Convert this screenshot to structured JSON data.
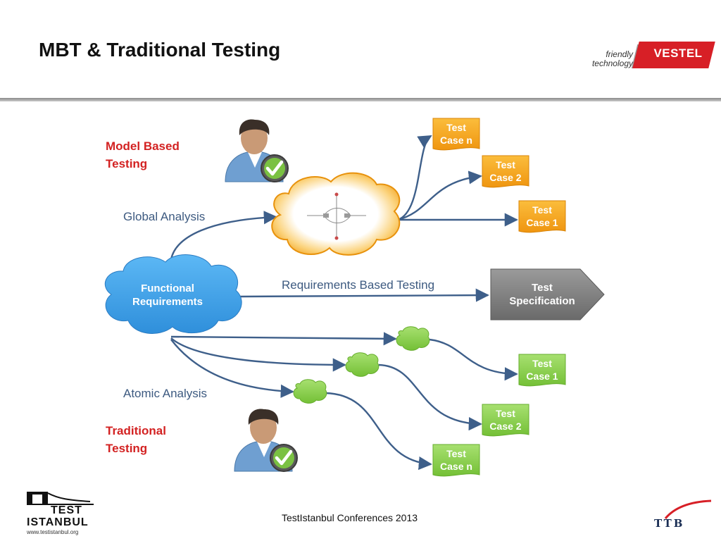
{
  "slide": {
    "title": "MBT & Traditional Testing",
    "footer": "TestIstanbul Conferences 2013"
  },
  "brand": {
    "tagline_1": "friendly",
    "tagline_2": "technology",
    "name": "VESTEL"
  },
  "logos": {
    "left_word_1": "TEST",
    "left_word_2": "ISTANBUL",
    "left_url": "www.testistanbul.org",
    "right_word": "TTB"
  },
  "labels": {
    "model_based_1": "Model Based",
    "model_based_2": "Testing",
    "global_analysis": "Global Analysis",
    "requirements_based": "Requirements Based Testing",
    "atomic_analysis": "Atomic Analysis",
    "traditional_1": "Traditional",
    "traditional_2": "Testing"
  },
  "nodes": {
    "functional_1": "Functional",
    "functional_2": "Requirements",
    "spec_1": "Test",
    "spec_2": "Specification"
  },
  "test_cases_orange": [
    {
      "line1": "Test",
      "line2": "Case n"
    },
    {
      "line1": "Test",
      "line2": "Case 2"
    },
    {
      "line1": "Test",
      "line2": "Case 1"
    }
  ],
  "test_cases_green": [
    {
      "line1": "Test",
      "line2": "Case 1"
    },
    {
      "line1": "Test",
      "line2": "Case 2"
    },
    {
      "line1": "Test",
      "line2": "Case n"
    }
  ],
  "colors": {
    "orange": "#f5a623",
    "green": "#8fd14f",
    "blue_cloud": "#45a6ec",
    "gray_box": "#7f7f7f",
    "arrow": "#3e5f8a",
    "accent_red": "#d32222"
  }
}
